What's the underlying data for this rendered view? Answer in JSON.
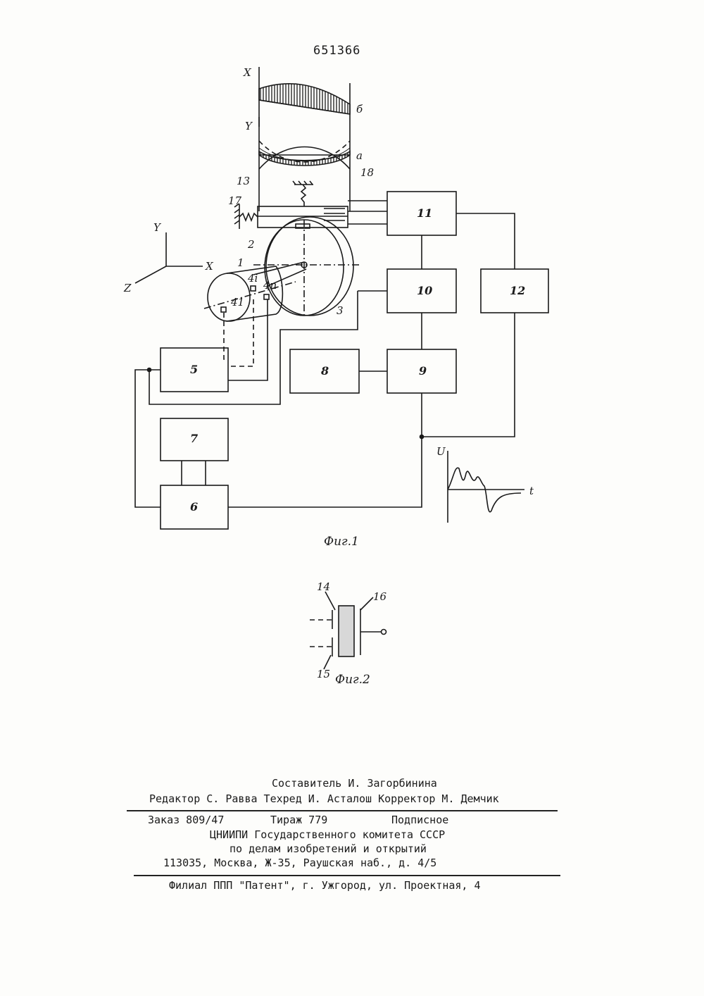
{
  "patent_number": "651366",
  "fig1": {
    "caption": "Фиг.1",
    "blocks": {
      "b5": "5",
      "b6": "6",
      "b7": "7",
      "b8": "8",
      "b9": "9",
      "b10": "10",
      "b11": "11",
      "b12": "12"
    },
    "parts": {
      "p1": "1",
      "p2": "2",
      "p3": "3",
      "p13": "13",
      "p17": "17",
      "p18": "18",
      "p4i": "4i",
      "p4n": "4n",
      "p41": "41"
    },
    "axes": {
      "x_top": "X",
      "y_top": "Y",
      "curve_b": "б",
      "curve_a": "а",
      "y_left": "Y",
      "x_left": "X",
      "z_left": "Z",
      "u": "U",
      "t": "t"
    }
  },
  "fig2": {
    "caption": "Фиг.2",
    "parts": {
      "p14": "14",
      "p15": "15",
      "p16": "16"
    }
  },
  "imprint": {
    "compiler": "Составитель И. Загорбинина",
    "editors": "Редактор С. Равва Техред И. Асталош Корректор М. Демчик",
    "order": "Заказ 809/47",
    "circulation": "Тираж 779",
    "subscription": "Подписное",
    "org": "ЦНИИПИ Государственного комитета СССР",
    "dept": "по делам изобретений и открытий",
    "address": "113035, Москва, Ж-35, Раушская наб., д. 4/5",
    "branch": "Филиал ППП \"Патент\", г. Ужгород, ул. Проектная, 4"
  }
}
